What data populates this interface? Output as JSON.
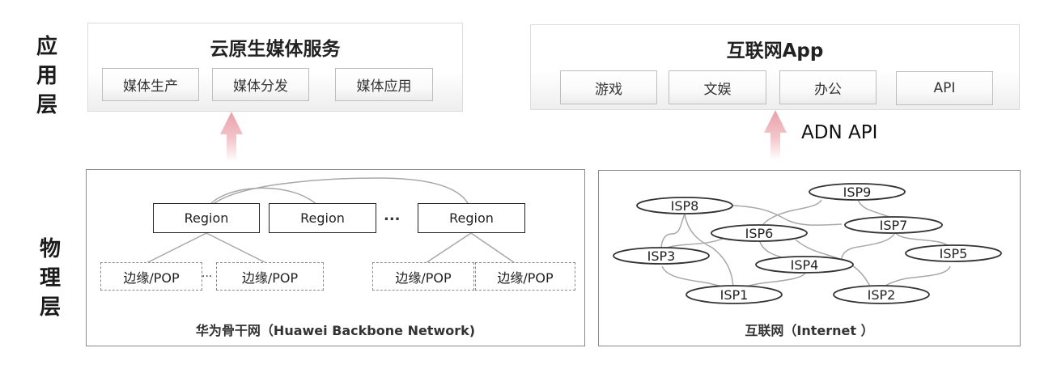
{
  "layers": {
    "application": [
      "应",
      "用",
      "层"
    ],
    "physical": [
      "物",
      "理",
      "层"
    ]
  },
  "cloud_media": {
    "title": "云原生媒体服务",
    "items": [
      "媒体生产",
      "媒体分发",
      "媒体应用"
    ]
  },
  "internet_app": {
    "title": "互联网App",
    "items": [
      "游戏",
      "文娱",
      "办公",
      "API"
    ]
  },
  "arrow_label": "ADN API",
  "arrow_color": "#e8a0a8",
  "backbone": {
    "regions": [
      "Region",
      "Region",
      "Region"
    ],
    "ellipsis": "...",
    "pops": [
      "边缘/POP",
      "边缘/POP",
      "边缘/POP",
      "边缘/POP"
    ],
    "pop_ellipsis": "...",
    "caption": "华为骨干网（Huawei Backbone Network)"
  },
  "internet": {
    "isps": [
      "ISP1",
      "ISP2",
      "ISP3",
      "ISP4",
      "ISP5",
      "ISP6",
      "ISP7",
      "ISP8",
      "ISP9"
    ],
    "caption": "互联网（Internet ）"
  }
}
